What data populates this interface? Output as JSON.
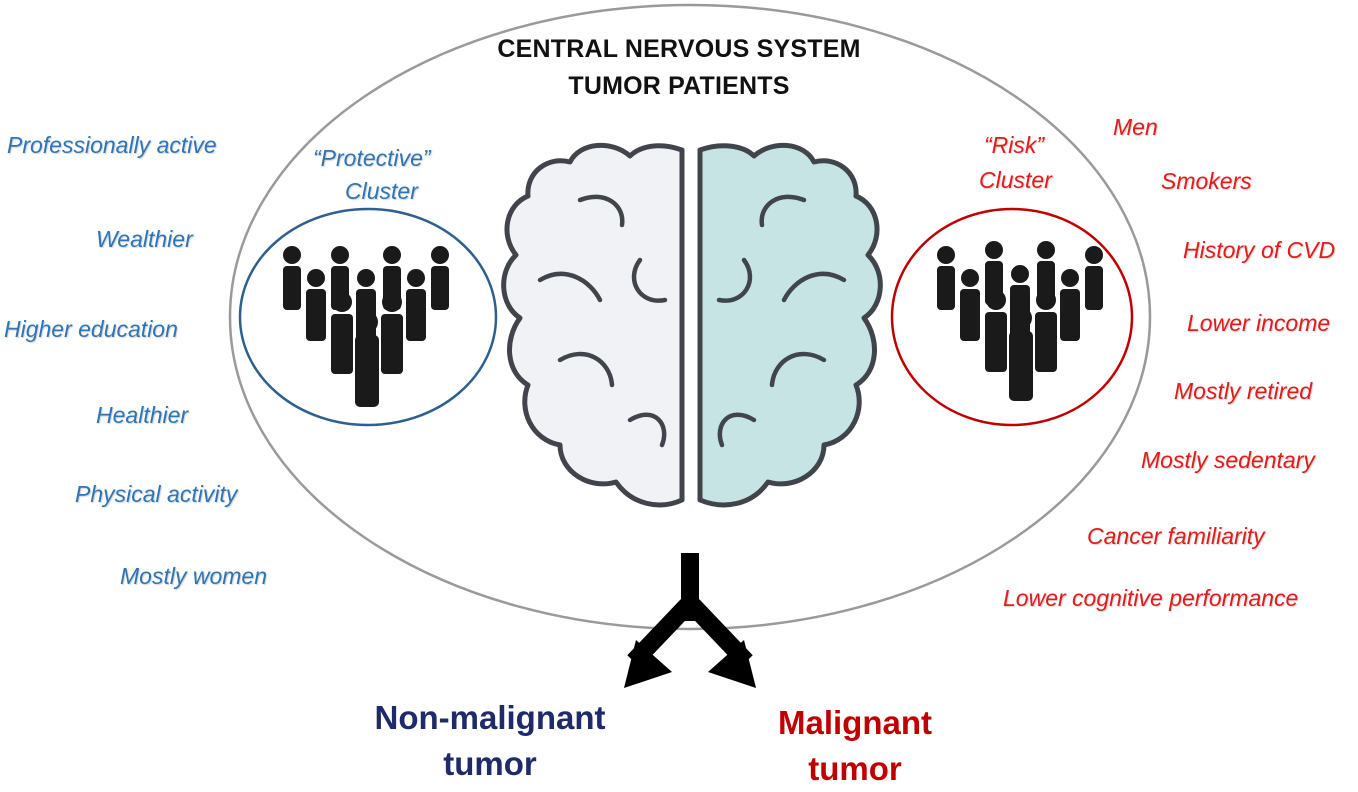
{
  "title": [
    "CENTRAL NERVOUS SYSTEM",
    "TUMOR PATIENTS"
  ],
  "protective_cluster": {
    "label_line1": "“Protective”",
    "label_line2": "Cluster",
    "color": "#2e75b6"
  },
  "risk_cluster": {
    "label_line1": "“Risk”",
    "label_line2": "Cluster",
    "color": "#c00000"
  },
  "protective_factors": [
    "Professionally active",
    "Wealthier",
    "Higher education",
    "Healthier",
    "Physical activity",
    "Mostly women"
  ],
  "risk_factors": [
    "Men",
    "Smokers",
    "History of CVD",
    "Lower income",
    "Mostly retired",
    "Mostly sedentary",
    "Cancer familiarity",
    "Lower cognitive performance"
  ],
  "outcomes": {
    "non_malignant": {
      "line1": "Non-malignant",
      "line2": "tumor",
      "color": "#1f2a6b"
    },
    "malignant": {
      "line1": "Malignant",
      "line2": "tumor",
      "color": "#c00000"
    }
  },
  "icons": [
    "brain-icon",
    "people-group-icon",
    "split-arrow-icon"
  ]
}
